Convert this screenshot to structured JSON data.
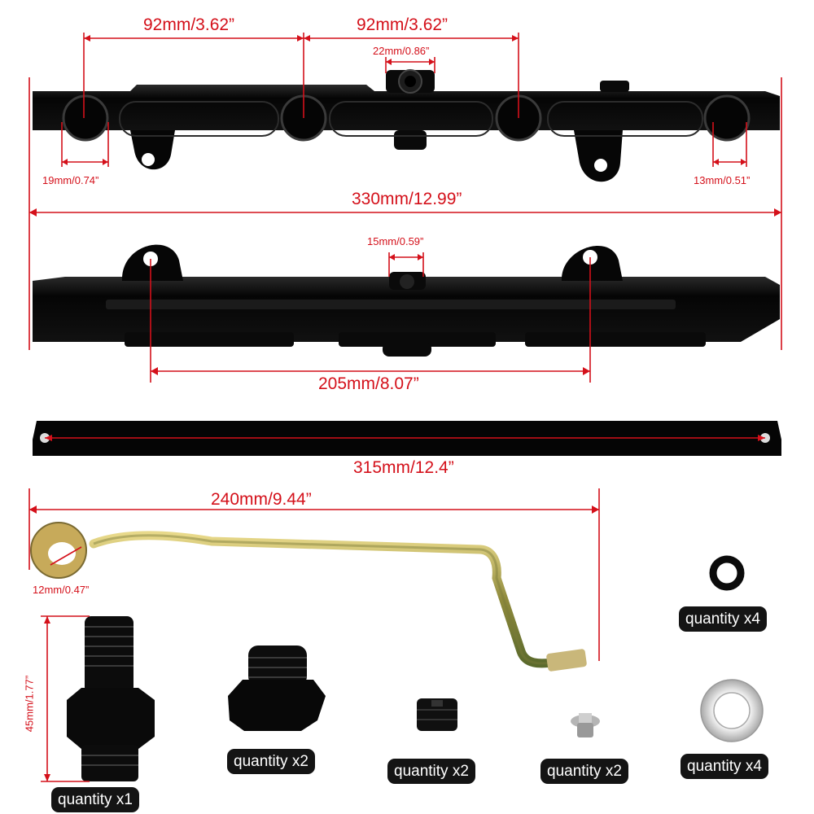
{
  "colors": {
    "dimension": "#d4101a",
    "part": "#080808",
    "badge": "#141414"
  },
  "dimensions": {
    "spacing_left": "92mm/3.62”",
    "spacing_right": "92mm/3.62”",
    "center_port": "22mm/0.86”",
    "port_left": "19mm/0.74”",
    "port_right": "13mm/0.51”",
    "rail_length": "330mm/12.99”",
    "top_port": "15mm/0.59”",
    "mount_spacing": "205mm/8.07”",
    "bar_length": "315mm/12.4”",
    "line_length": "240mm/9.44”",
    "banjo_hole": "12mm/0.47”",
    "fitting_height": "45mm/1.77”"
  },
  "quantities": {
    "oring": "quantity x4",
    "fitting": "quantity x1",
    "plug_large": "quantity x2",
    "set_screw": "quantity x2",
    "screw": "quantity x2",
    "washer": "quantity x4"
  }
}
